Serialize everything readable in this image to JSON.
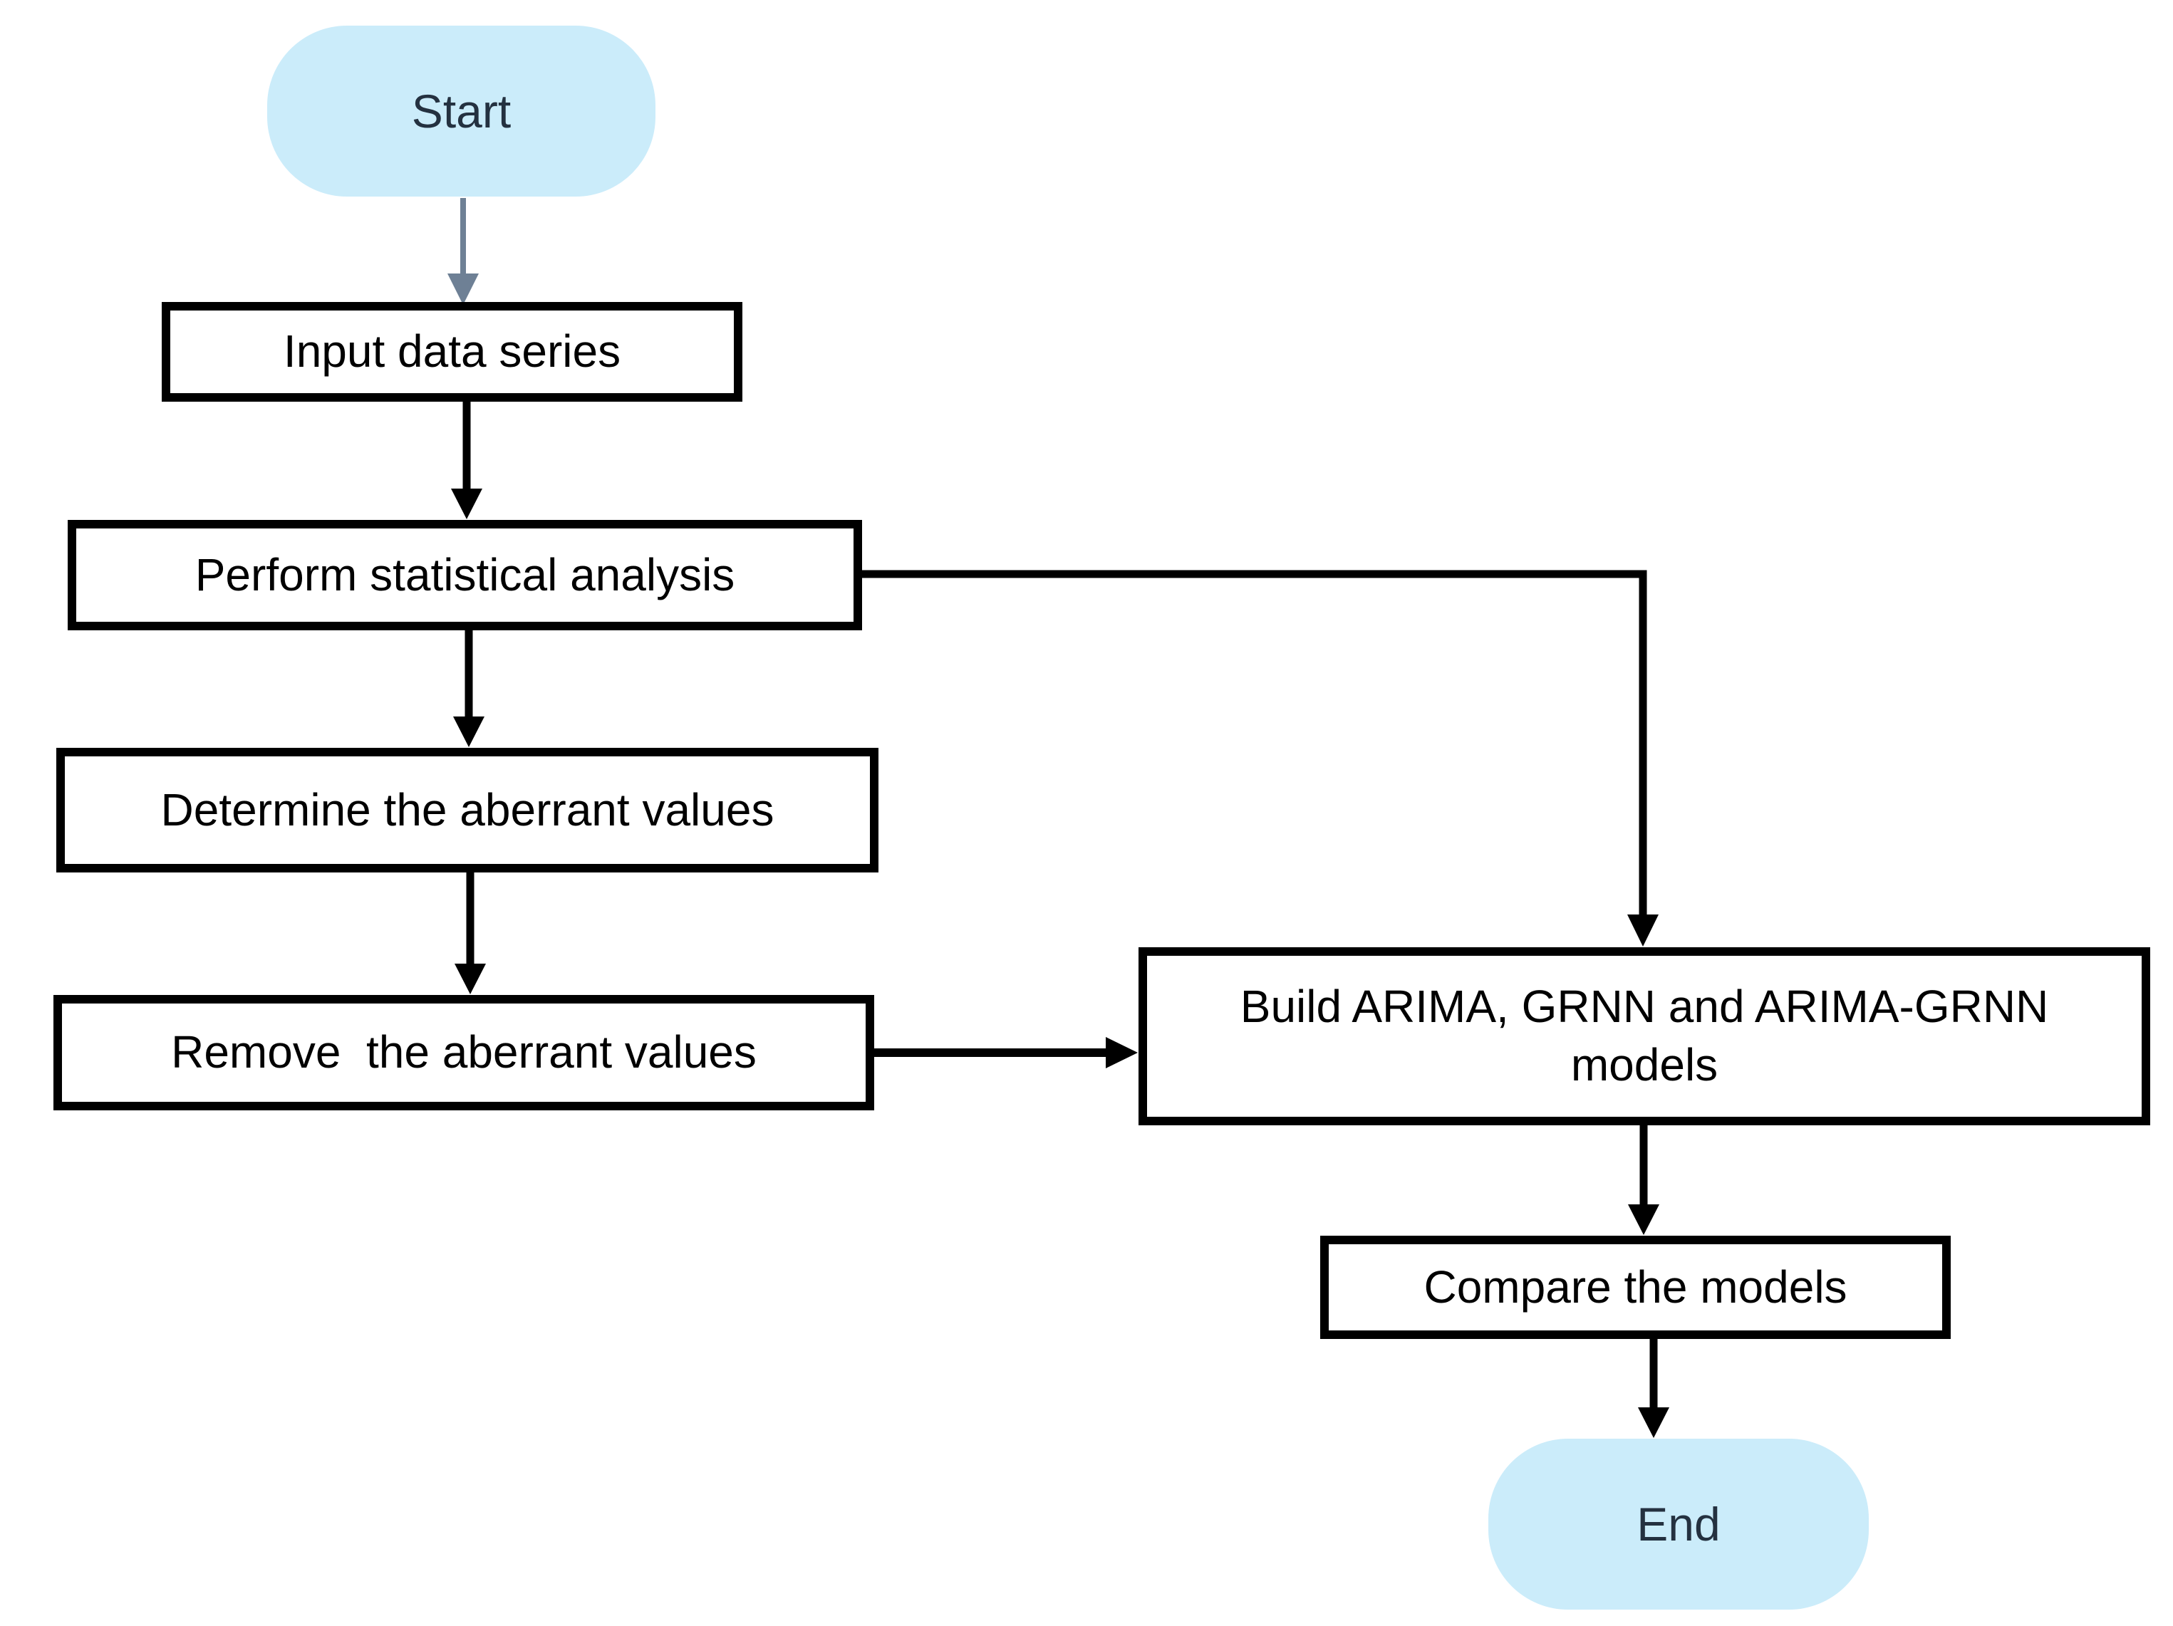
{
  "diagram": {
    "type": "flowchart",
    "nodes": {
      "start": {
        "label": "Start",
        "shape": "terminal"
      },
      "input": {
        "label": "Input data series",
        "shape": "process"
      },
      "analysis": {
        "label": "Perform statistical analysis",
        "shape": "process"
      },
      "determine": {
        "label": "Determine the aberrant values",
        "shape": "process"
      },
      "remove": {
        "label": "Remove  the aberrant values",
        "shape": "process"
      },
      "build": {
        "label": "Build ARIMA, GRNN and ARIMA-GRNN models",
        "shape": "process"
      },
      "compare": {
        "label": "Compare the models",
        "shape": "process"
      },
      "end": {
        "label": "End",
        "shape": "terminal"
      }
    },
    "edges": [
      {
        "from": "start",
        "to": "input",
        "color_key": "edge_gray",
        "route": "straight-down"
      },
      {
        "from": "input",
        "to": "analysis",
        "color_key": "edge_black",
        "route": "straight-down"
      },
      {
        "from": "analysis",
        "to": "determine",
        "color_key": "edge_black",
        "route": "straight-down"
      },
      {
        "from": "determine",
        "to": "remove",
        "color_key": "edge_black",
        "route": "straight-down"
      },
      {
        "from": "remove",
        "to": "build",
        "color_key": "edge_black",
        "route": "straight-right"
      },
      {
        "from": "analysis",
        "to": "build",
        "color_key": "edge_black",
        "route": "elbow-right-down"
      },
      {
        "from": "build",
        "to": "compare",
        "color_key": "edge_black",
        "route": "straight-down"
      },
      {
        "from": "compare",
        "to": "end",
        "color_key": "edge_black",
        "route": "straight-down"
      }
    ],
    "colors": {
      "terminal_fill": "#cbecfa",
      "terminal_text": "#243140",
      "process_border": "#000000",
      "process_text": "#000000",
      "edge_black": "#000000",
      "edge_gray": "#6e8095",
      "background": "#ffffff"
    }
  }
}
